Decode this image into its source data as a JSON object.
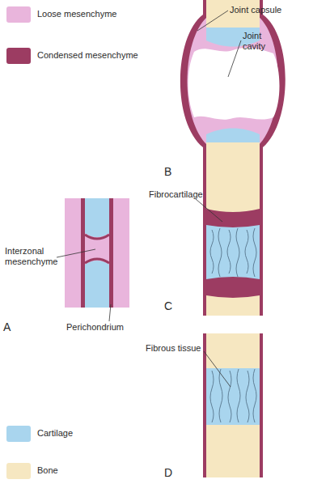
{
  "diagram": {
    "labels": [
      "Joint capsule",
      "Joint cavity",
      "B",
      "Interzonal mesenchyme",
      "Fibrocartilage",
      "A",
      "Perichondrium",
      "C",
      "Fibrous tissue",
      "D"
    ],
    "legend": [
      {
        "text": "Loose mesenchyme",
        "color": "#e9b5dc"
      },
      {
        "text": "Condensed mesenchyme",
        "color": "#9c3c62"
      },
      {
        "text": "Cartilage",
        "color": "#a9d5ee"
      },
      {
        "text": "Bone",
        "color": "#f6e7c1"
      }
    ]
  }
}
